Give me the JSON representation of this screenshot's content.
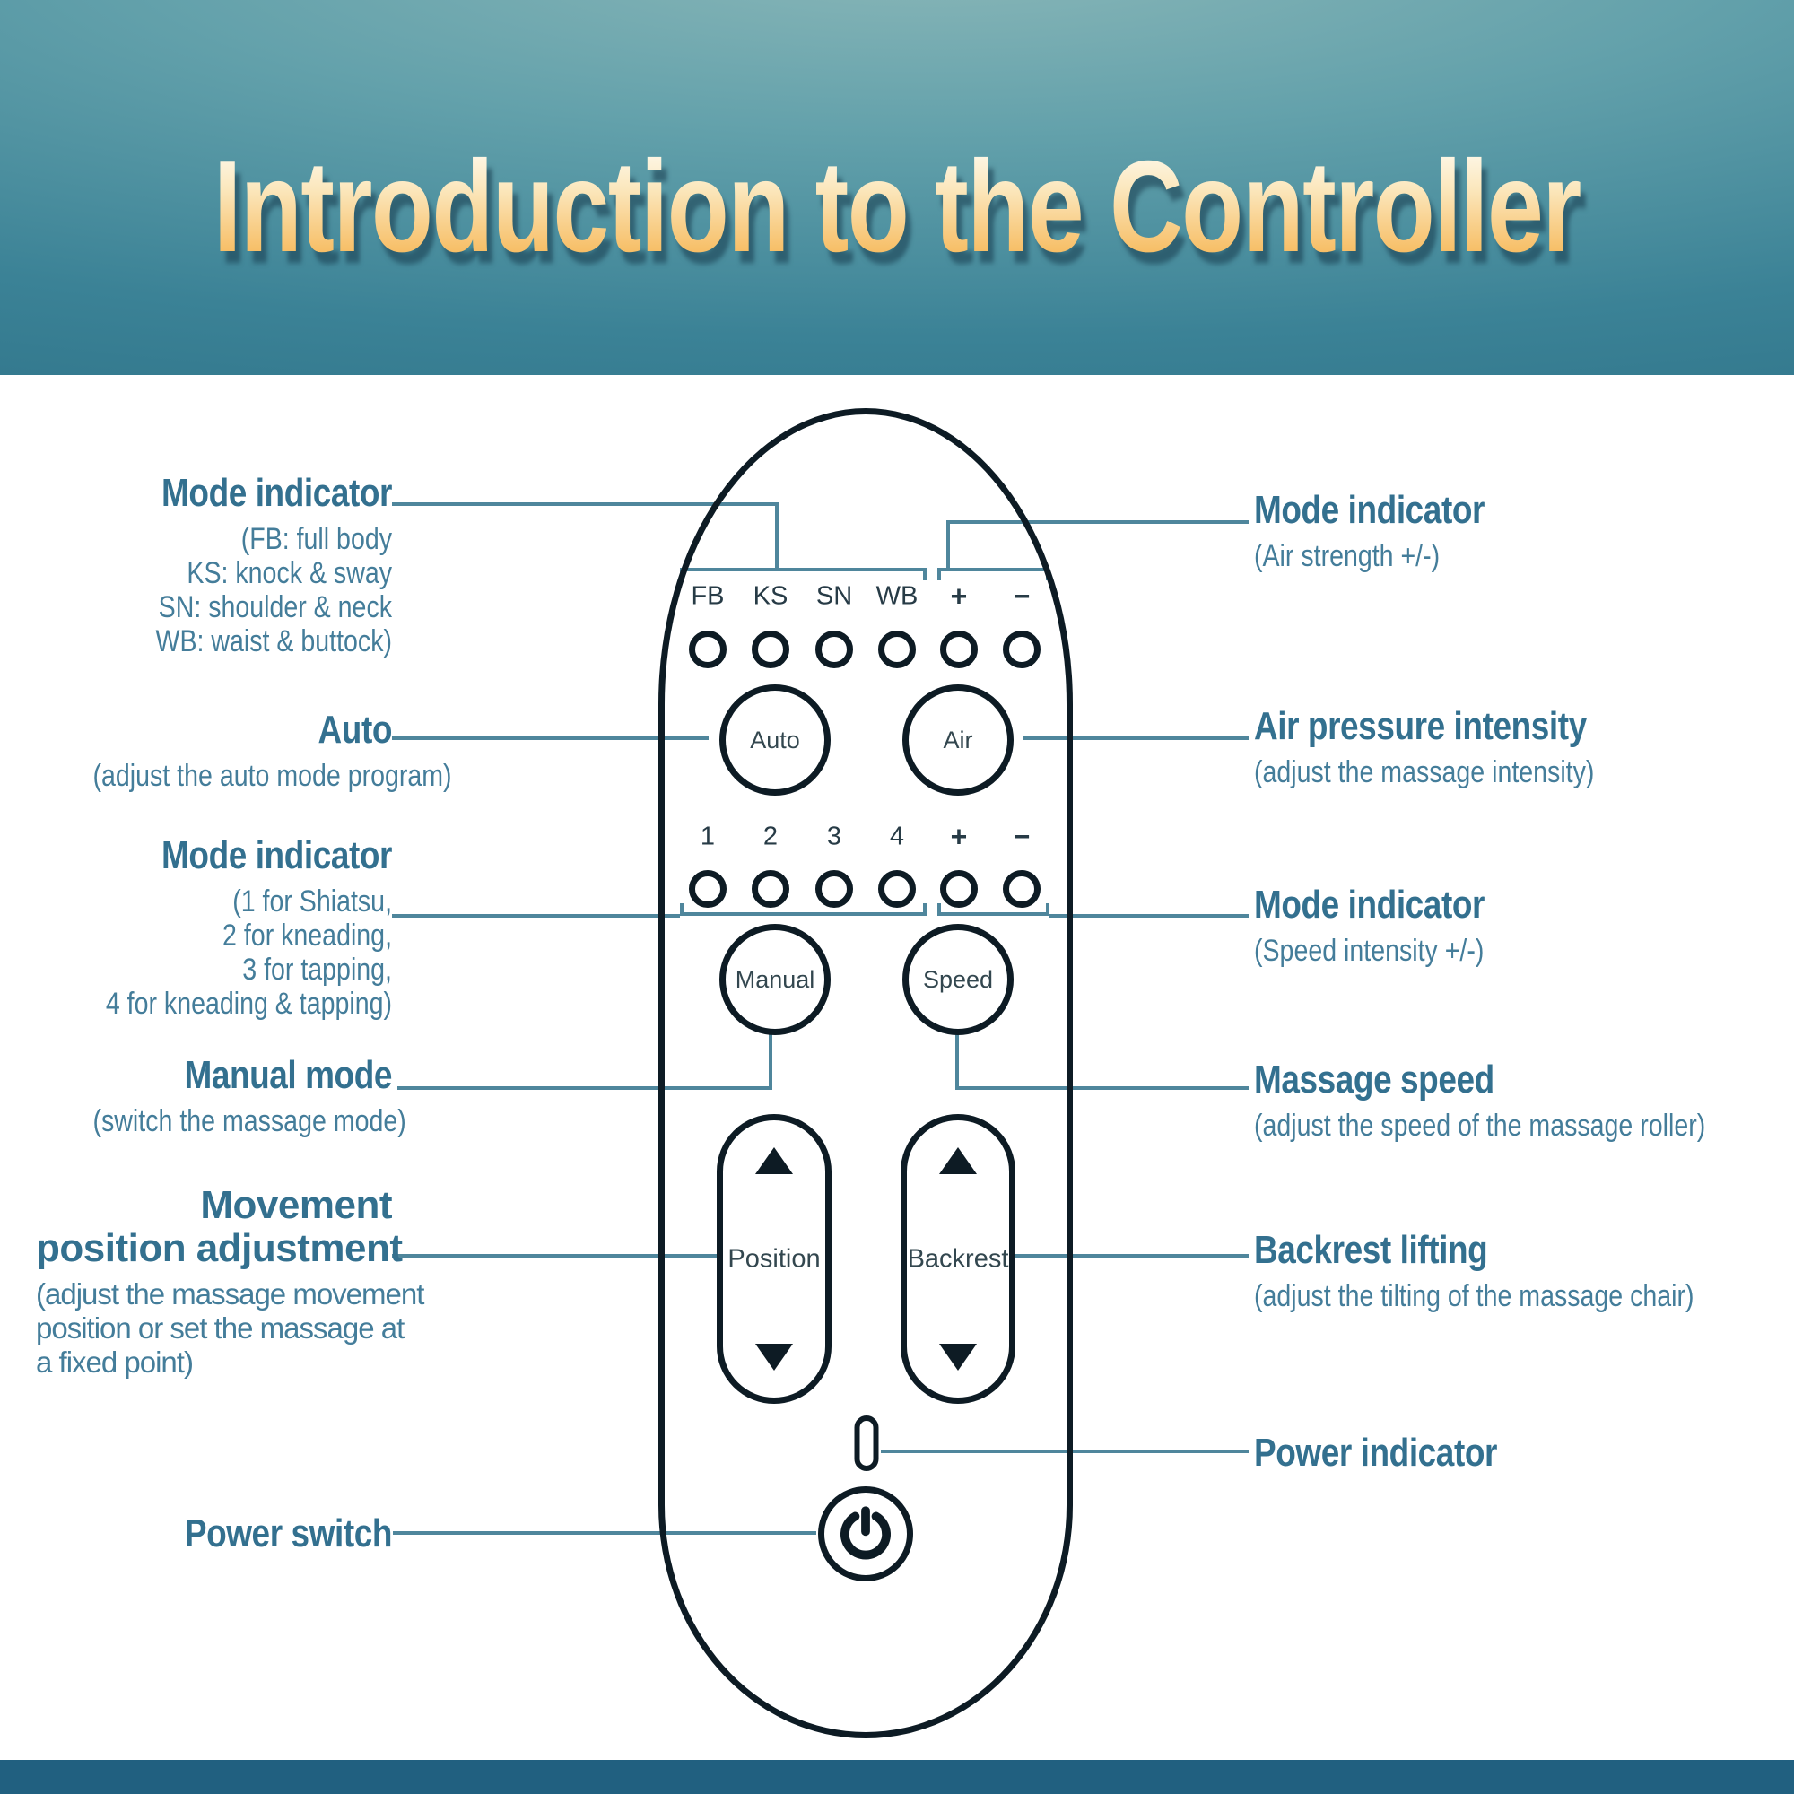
{
  "header": {
    "title": "Introduction to the Controller"
  },
  "remote": {
    "row1_labels": [
      "FB",
      "KS",
      "SN",
      "WB",
      "+",
      "−"
    ],
    "row2_labels": [
      "1",
      "2",
      "3",
      "4",
      "+",
      "−"
    ],
    "buttons": {
      "auto": "Auto",
      "air": "Air",
      "manual": "Manual",
      "speed": "Speed",
      "position": "Position",
      "backrest": "Backrest"
    },
    "icons": {
      "up_arrow": "up-triangle",
      "down_arrow": "down-triangle",
      "power": "power-symbol",
      "power_indicator": "small-led-pill"
    }
  },
  "callouts": {
    "left": [
      {
        "title": "Mode indicator",
        "lines": [
          "(FB: full body",
          "KS: knock & sway",
          "SN: shoulder & neck",
          "WB: waist & buttock)"
        ]
      },
      {
        "title": "Auto",
        "lines": [
          "(adjust the auto mode program)"
        ]
      },
      {
        "title": "Mode indicator",
        "lines": [
          "(1 for Shiatsu,",
          "2 for kneading,",
          "3 for tapping,",
          "4 for kneading & tapping)"
        ]
      },
      {
        "title": "Manual mode",
        "lines": [
          "(switch the massage mode)"
        ]
      },
      {
        "title_lines": [
          "Movement",
          "position adjustment"
        ],
        "lines": [
          "(adjust the massage movement",
          "position or set the massage at",
          "a fixed point)"
        ]
      },
      {
        "title": "Power switch",
        "lines": []
      }
    ],
    "right": [
      {
        "title": "Mode indicator",
        "lines": [
          "(Air strength +/-)"
        ]
      },
      {
        "title": "Air pressure intensity",
        "lines": [
          "(adjust the massage intensity)"
        ]
      },
      {
        "title": "Mode indicator",
        "lines": [
          "(Speed intensity +/-)"
        ]
      },
      {
        "title": "Massage speed",
        "lines": [
          "(adjust the speed of the massage roller)"
        ]
      },
      {
        "title": "Backrest lifting",
        "lines": [
          "(adjust the tilting of the massage chair)"
        ]
      },
      {
        "title": "Power indicator",
        "lines": []
      }
    ]
  },
  "colors": {
    "header_teal": "#2d7187",
    "title_gradient_top": "#fefaee",
    "title_gradient_bottom": "#f5b255",
    "label_heading": "#33708f",
    "label_body": "#447d9a",
    "callout_line": "#4f869c",
    "remote_ink": "#0d1b24",
    "footer_bar": "#216080"
  }
}
